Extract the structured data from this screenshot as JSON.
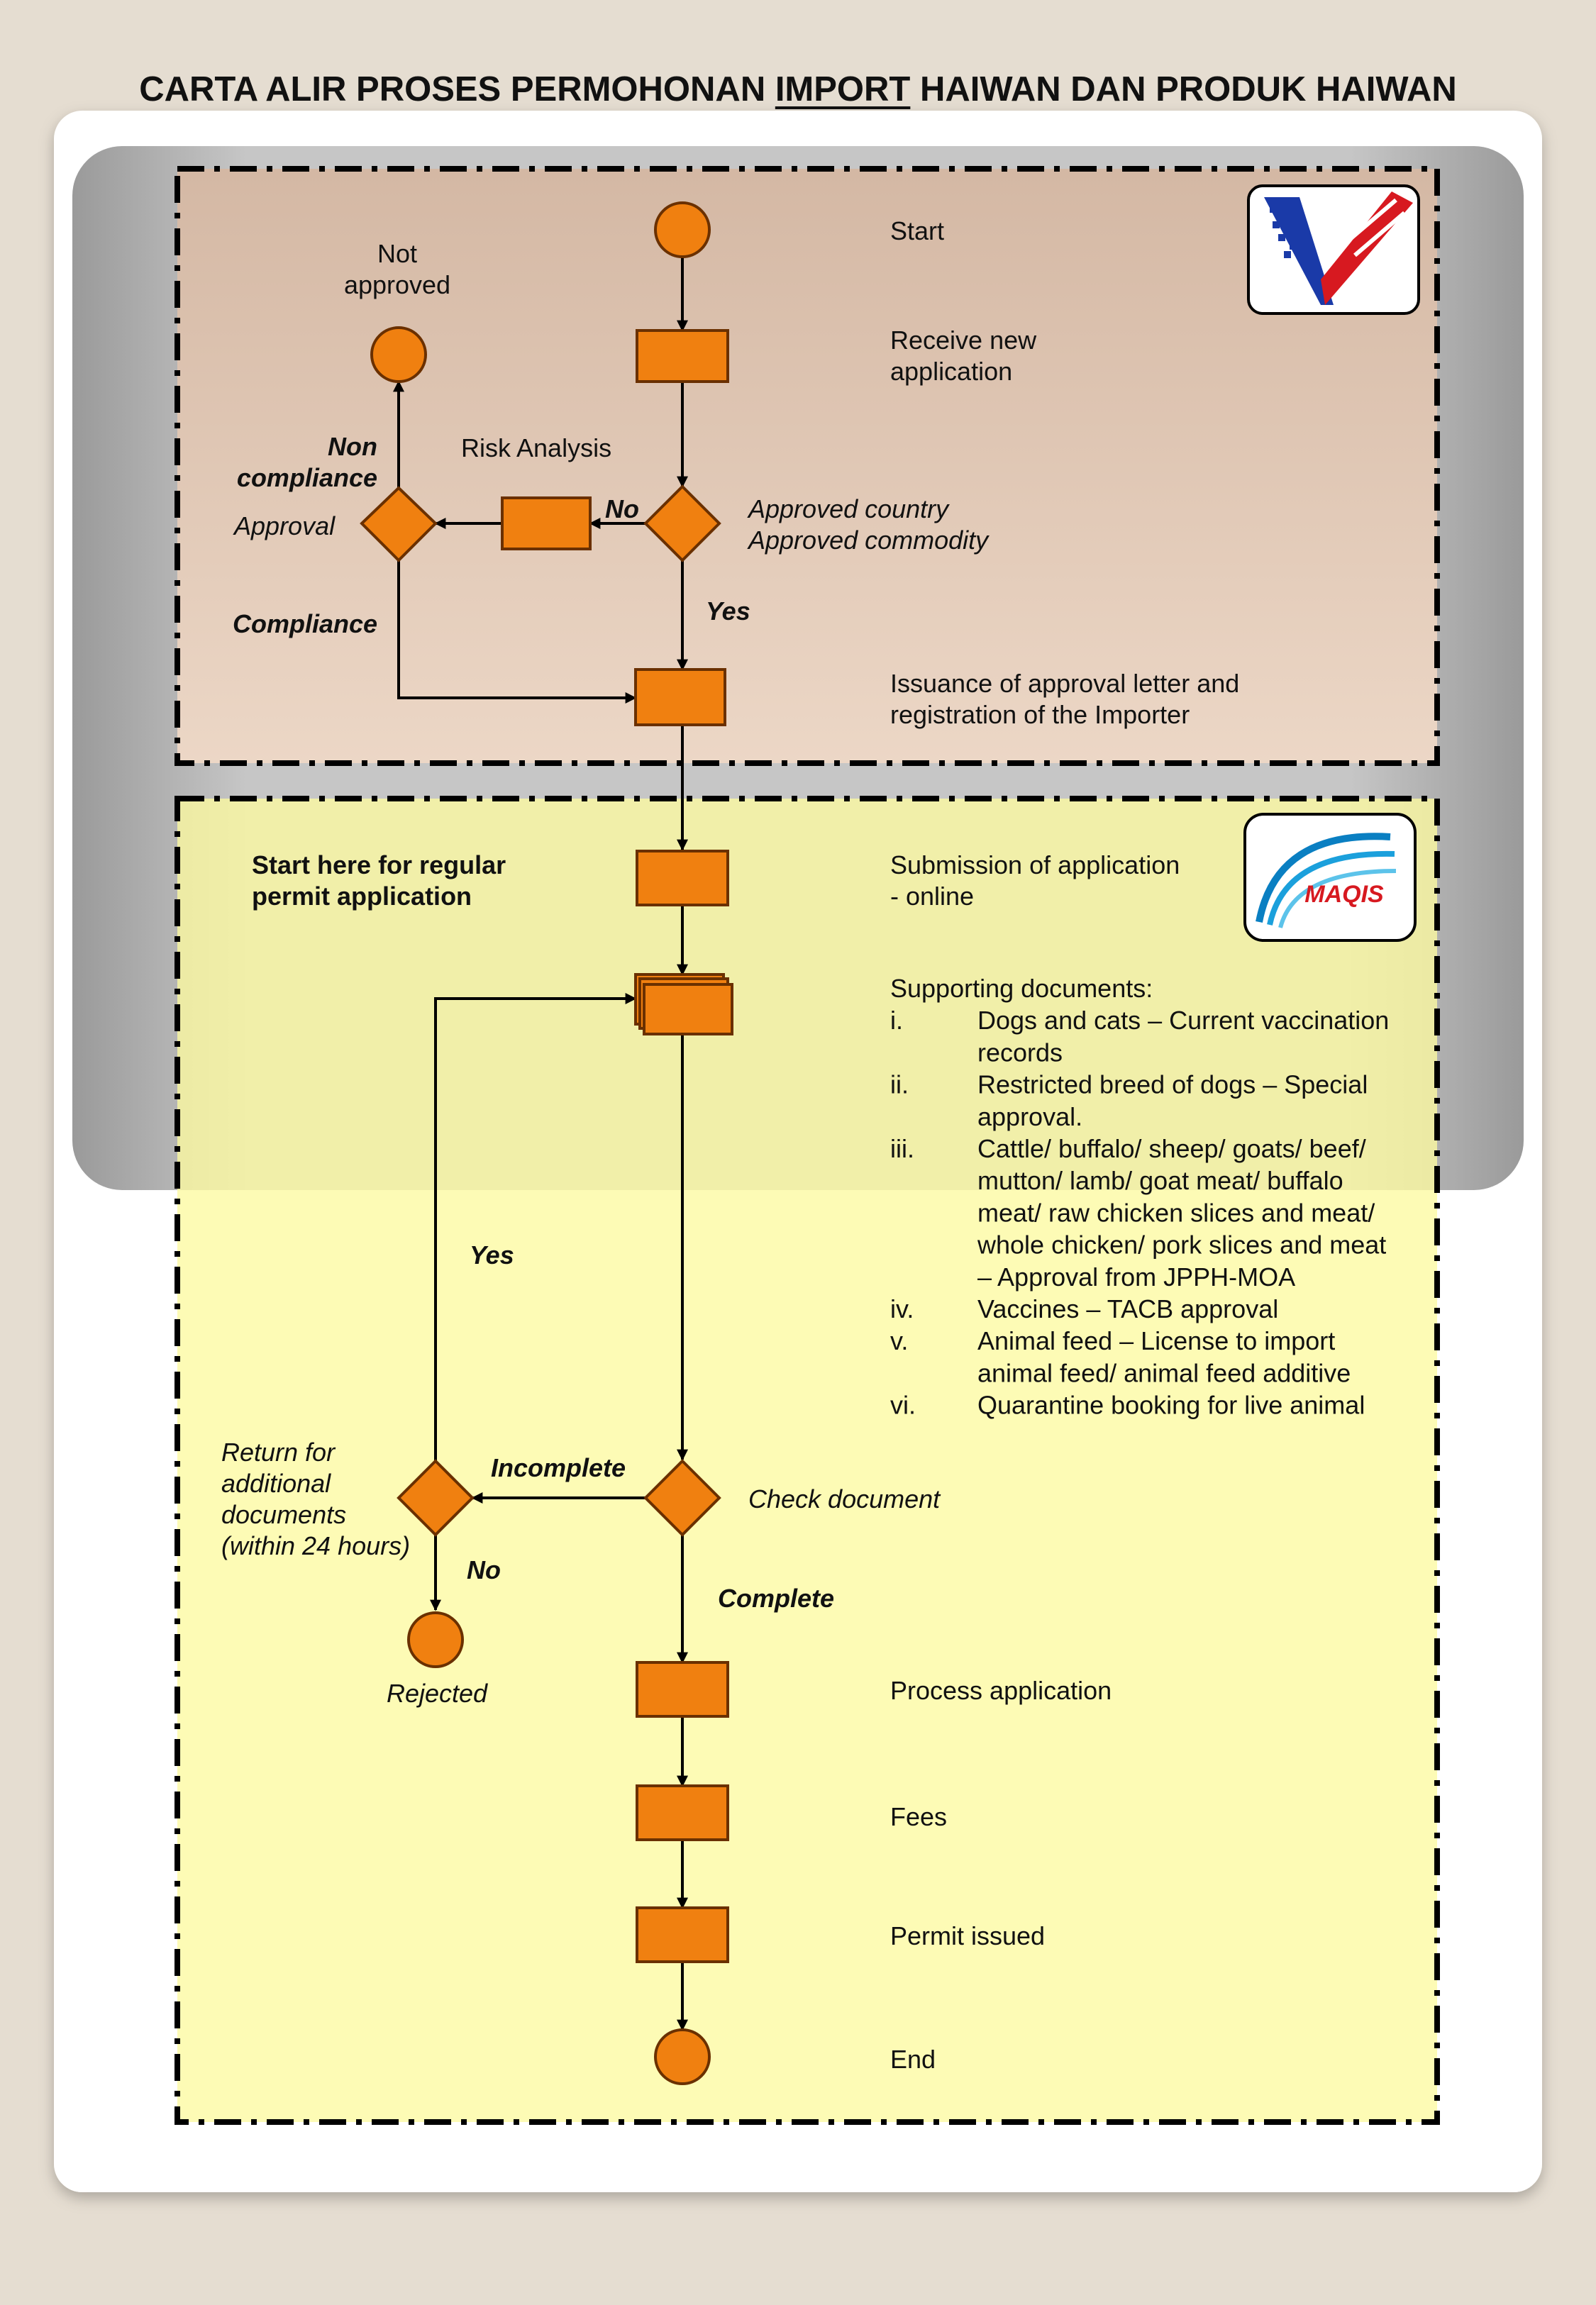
{
  "title": {
    "before": "CARTA ALIR PROSES PERMOHONAN ",
    "underlined": "IMPORT",
    "after": " HAIWAN DAN PRODUK HAIWAN"
  },
  "colors": {
    "node_fill": "#f08010",
    "node_stroke": "#6a3000",
    "upper_band": "#e8ccb8",
    "lower_band": "#fbf5a8",
    "page_background": "#e5ddd1"
  },
  "logos": {
    "top": {
      "icon": "malaysia-gov-v-logo"
    },
    "bottom": {
      "icon": "maqis-logo",
      "text": "MAQIS"
    }
  },
  "nodes": {
    "start": "Start",
    "receive": [
      "Receive new",
      "application"
    ],
    "approved_check": [
      "Approved country",
      "Approved commodity"
    ],
    "issuance": [
      "Issuance of approval letter and",
      "registration of the Importer"
    ],
    "risk_analysis": "Risk Analysis",
    "approval": "Approval",
    "not_approved": [
      "Not",
      "approved"
    ],
    "submission": [
      "Submission of application",
      "- online"
    ],
    "start_here": [
      "Start here for regular",
      "permit application"
    ],
    "check_document": "Check document",
    "return_docs": [
      "Return for",
      "additional",
      "documents",
      "(within 24 hours)"
    ],
    "rejected": "Rejected",
    "process": "Process application",
    "fees": "Fees",
    "permit": "Permit issued",
    "end": "End"
  },
  "edge_labels": {
    "no_approved": "No",
    "yes_approved": "Yes",
    "non_compliance": [
      "Non",
      "compliance"
    ],
    "compliance": "Compliance",
    "incomplete": "Incomplete",
    "complete": "Complete",
    "yes_return": "Yes",
    "no_return": "No"
  },
  "supporting_documents": {
    "heading": "Supporting documents:",
    "items": [
      {
        "num": "i.",
        "lines": [
          "Dogs and cats – Current vaccination",
          "records"
        ]
      },
      {
        "num": "ii.",
        "lines": [
          "Restricted breed of dogs – Special",
          "approval."
        ]
      },
      {
        "num": "iii.",
        "lines": [
          "Cattle/ buffalo/ sheep/ goats/ beef/",
          "mutton/ lamb/ goat meat/ buffalo",
          "meat/ raw chicken slices and meat/",
          "whole chicken/ pork slices and meat",
          "– Approval from JPPH-MOA"
        ]
      },
      {
        "num": "iv.",
        "lines": [
          "Vaccines – TACB approval"
        ]
      },
      {
        "num": "v.",
        "lines": [
          "Animal feed – License to import",
          "animal feed/ animal feed additive"
        ]
      },
      {
        "num": "vi.",
        "lines": [
          "Quarantine booking for live animal"
        ]
      }
    ]
  }
}
